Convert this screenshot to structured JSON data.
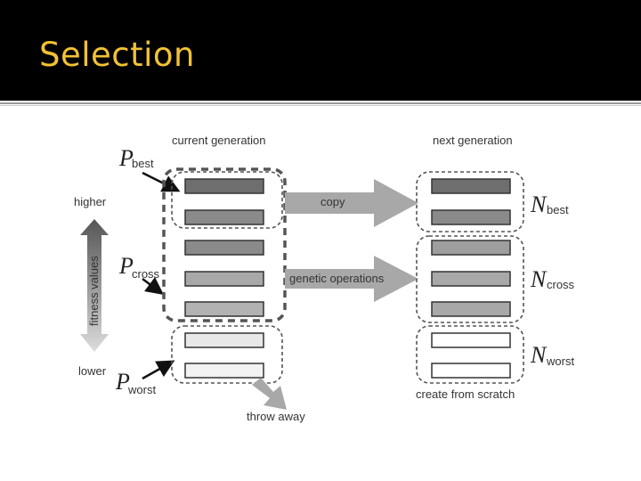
{
  "slide": {
    "title": "Selection"
  },
  "diagram": {
    "current_generation": "current generation",
    "next_generation": "next generation",
    "axis": {
      "label": "fitness values",
      "higher": "higher",
      "lower": "lower"
    },
    "left_labels": {
      "p_best": {
        "main": "P",
        "sub": "best"
      },
      "p_cross": {
        "main": "P",
        "sub": "cross"
      },
      "p_worst": {
        "main": "P",
        "sub": "worst"
      }
    },
    "right_labels": {
      "n_best": {
        "main": "N",
        "sub": "best"
      },
      "n_cross": {
        "main": "N",
        "sub": "cross"
      },
      "n_worst": {
        "main": "N",
        "sub": "worst"
      }
    },
    "arrows": {
      "copy": "copy",
      "genetic_operations": "genetic operations",
      "throw_away": "throw away"
    },
    "create_from_scratch": "create from scratch",
    "colors": {
      "title": "#f2c233",
      "bar_best": "#6e6e6e",
      "bar_mid": "#8a8a8a",
      "bar_cross": "#a8a8a8",
      "bar_light": "#e8e8e8",
      "bar_white": "#ffffff",
      "arrow": "#a8a8a8"
    }
  }
}
